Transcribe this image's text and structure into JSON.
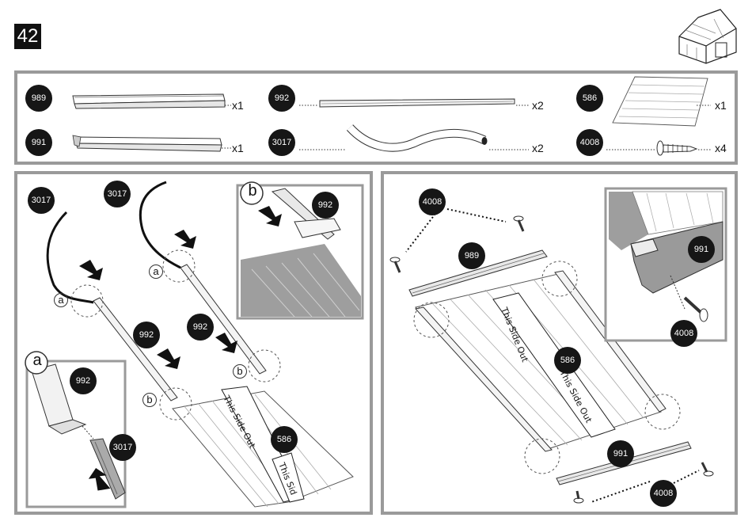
{
  "step": "42",
  "parts": [
    {
      "code": "989",
      "qty": "x1"
    },
    {
      "code": "991",
      "qty": "x1"
    },
    {
      "code": "992",
      "qty": "x2"
    },
    {
      "code": "3017",
      "qty": "x2"
    },
    {
      "code": "586",
      "qty": "x1"
    },
    {
      "code": "4008",
      "qty": "x4"
    }
  ],
  "left": {
    "badges": [
      "3017",
      "3017",
      "992",
      "992",
      "586",
      "992",
      "3017",
      "992"
    ],
    "letters": [
      "a",
      "b",
      "a",
      "b",
      "a",
      "b"
    ],
    "panel_text": [
      "This Side Out",
      "This Sid"
    ]
  },
  "right": {
    "badges": [
      "4008",
      "989",
      "586",
      "991",
      "4008",
      "991",
      "4008"
    ],
    "panel_text": [
      "This Side Out",
      "This Side Out"
    ]
  }
}
